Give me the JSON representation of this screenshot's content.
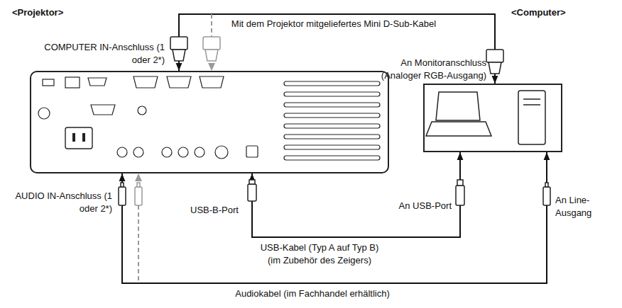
{
  "diagram": {
    "nodes": [
      {
        "text": [
          "<Projektor>"
        ]
      },
      {
        "text": [
          "<Computer>"
        ]
      }
    ],
    "edges": [
      {
        "from": 0,
        "to": 1,
        "arrow": "both",
        "label": "Mit dem Projektor mitgeliefertes Mini D-Sub-Kabel"
      },
      {
        "from": 0,
        "to": 1,
        "arrow": "both",
        "label": "USB-Kabel (Typ A auf Typ B) (im Zubehör des Zeigers)"
      },
      {
        "from": 0,
        "to": 1,
        "arrow": "both",
        "label": "Audiokabel (im Fachhandel erhältlich)"
      }
    ],
    "labels": [
      "COMPUTER IN-Anschluss (1 oder 2*)",
      "An Monitoranschluss (Analoger RGB-Ausgang)",
      "AUDIO IN-Anschluss (1 oder 2*)",
      "USB-B-Port",
      "An USB-Port",
      "An Line-Ausgang"
    ]
  }
}
